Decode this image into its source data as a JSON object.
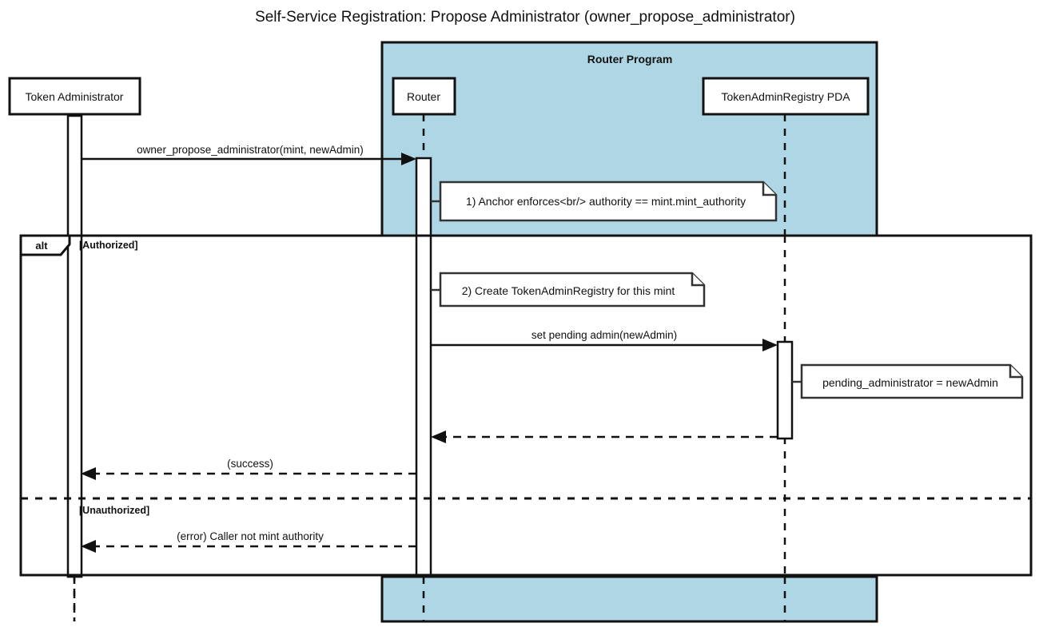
{
  "diagram": {
    "kind": "sequence-diagram",
    "title": "Self-Service Registration: Propose Administrator (owner_propose_administrator)",
    "background_color": "#ffffff",
    "accent_color": "#aed6e4",
    "line_color": "#111111"
  },
  "group_box": {
    "label": "Router Program",
    "fill_color": "#aed6e4"
  },
  "participants": [
    {
      "id": "token-administrator",
      "label": "Token Administrator"
    },
    {
      "id": "router",
      "label": "Router"
    },
    {
      "id": "token-admin-registry-pda",
      "label": "TokenAdminRegistry PDA"
    }
  ],
  "messages": [
    {
      "id": "owner-propose-administrator",
      "label": "owner_propose_administrator(mint, newAdmin)",
      "from": "token-administrator",
      "to": "router",
      "style": "solid"
    },
    {
      "id": "set-pending-admin",
      "label": "set pending admin(newAdmin)",
      "from": "router",
      "to": "token-admin-registry-pda",
      "style": "solid"
    },
    {
      "id": "pda-return",
      "label": "",
      "from": "token-admin-registry-pda",
      "to": "router",
      "style": "dashed"
    },
    {
      "id": "success-return",
      "label": "(success)",
      "from": "router",
      "to": "token-administrator",
      "style": "dashed"
    },
    {
      "id": "error-return",
      "label": "(error) Caller not mint authority",
      "from": "router",
      "to": "token-administrator",
      "style": "dashed"
    }
  ],
  "notes": [
    {
      "id": "note-anchor-enforces",
      "text": "1) Anchor enforces<br/> authority == mint.mint_authority",
      "over": "router"
    },
    {
      "id": "note-create-registry",
      "text": "2) Create TokenAdminRegistry for this mint",
      "over": "router"
    },
    {
      "id": "note-pending-administrator",
      "text": "pending_administrator = newAdmin",
      "over": "token-admin-registry-pda"
    }
  ],
  "fragment": {
    "kind": "alt",
    "branches": [
      {
        "id": "branch-authorized",
        "guard": "[Authorized]"
      },
      {
        "id": "branch-unauthorized",
        "guard": "[Unauthorized]"
      }
    ]
  }
}
